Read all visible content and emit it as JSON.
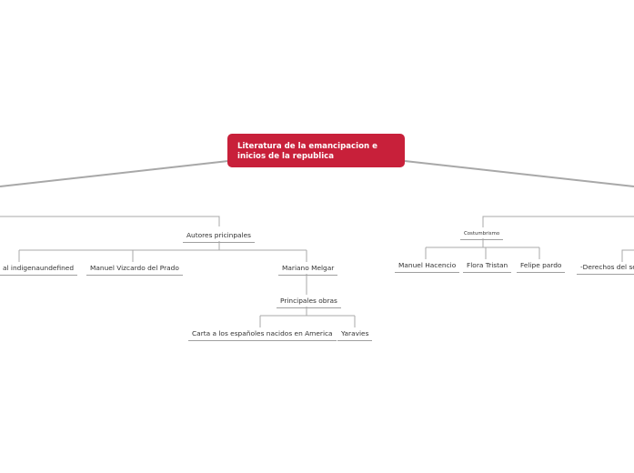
{
  "root": {
    "text": "Literatura de la emancipacion e\ninicios de la republica",
    "color": "#c8203a"
  },
  "nodes": {
    "autores": "Autores pricinpales",
    "indigena": "al indigenaundefined",
    "vizcardo": "Manuel Vizcardo del Prado",
    "melgar": "Mariano Melgar",
    "obras": "Principales obras",
    "carta": "Carta  a los españoles nacidos en America",
    "yaravies": "Yaravies",
    "costumbrismo": "Costumbrismo",
    "hacencio": "Manuel Hacencio",
    "tristan": "Flora Tristan",
    "pardo": "Felipe pardo",
    "derechos": "-Derechos del se"
  },
  "colors": {
    "line": "#a8a8a8",
    "text": "#333333",
    "background": "#ffffff"
  }
}
